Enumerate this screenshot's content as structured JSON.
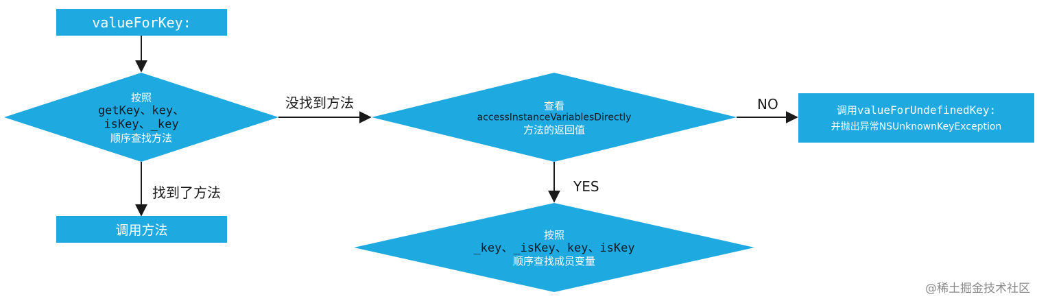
{
  "colors": {
    "fill": "#1fa9e1",
    "line": "#1a1a1a",
    "text_on_fill": "#ffffff"
  },
  "start": {
    "label": "valueForKey:"
  },
  "decision1": {
    "line1": "按照",
    "line2": "getKey、key、",
    "line3": "isKey、_key",
    "line4": "顺序查找方法"
  },
  "call_method": {
    "label": "调用方法"
  },
  "decision2": {
    "line1": "查看",
    "line2": "accessInstanceVariablesDirectly",
    "line3": "方法的返回值"
  },
  "undefined_box": {
    "line1_prefix": "调用",
    "line1_code": "valueForUndefinedKey:",
    "line2": "并抛出异常NSUnknownKeyException"
  },
  "decision3": {
    "line1": "按照",
    "line2": "_key、_isKey、key、isKey",
    "line3": "顺序查找成员变量"
  },
  "edges": {
    "not_found": "没找到方法",
    "found": "找到了方法",
    "no": "NO",
    "yes": "YES"
  },
  "watermark": "@稀土掘金技术社区"
}
